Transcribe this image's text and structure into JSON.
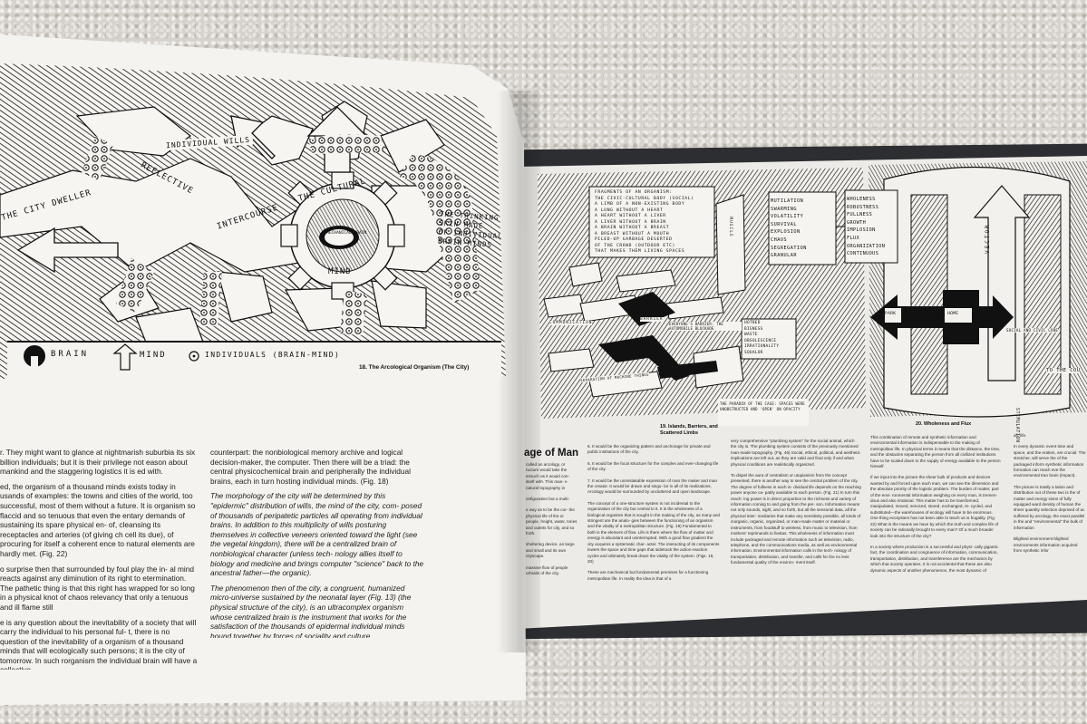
{
  "left_page": {
    "diagram": {
      "labels": {
        "city_dweller": "THE CITY DWELLER",
        "individual_wills": "INDIVIDUAL WILLS",
        "reflective": "REFLECTIVE",
        "intercourse": "INTERCOURSE",
        "cultural": "THE CULTURAL",
        "mind": "MIND",
        "mechanical_brain": "MECHANICAL BRAIN",
        "thinking_skin": [
          "THE THINKING",
          "SKIN MADE",
          "OF INDIVIDUAL",
          "BRAIN-MINDS"
        ]
      },
      "legend": {
        "brain": "BRAIN",
        "mind": "MIND",
        "individuals": "INDIVIDUALS (BRAIN-MIND)"
      },
      "caption": "18. The Arcological Organism (The City)"
    },
    "col1": [
      "r. They might want to glance at nightmarish suburbia its six billion individuals; but it is their privilege not eason about mankind and the staggering logistics it is ed with.",
      "ed, the organism of a thousand minds exists today in usands of examples: the towns and cities of the world, too successful, most of them without a future. It is organism so flaccid and so tenuous that even the entary demands of sustaining its spare physical en- of, cleansing its receptacles and arteries (of giving ch cell its due), of procuring for itself a coherent ence to natural elements are hardly met. (Fig. 22)",
      "o surprise then that surrounded by foul play the in- al mind reacts against any diminution of its right to etermination. The pathetic thing is that this right has wrapped for so long in a physical knot of chaos relevancy that only a tenuous and ill flame still",
      "e is any question about the inevitability of a society that will carry the individual to his personal ful- t, there is no question of the inevitability of a organism of a thousand minds that will ecologically such persons; it is the city of tomorrow. In such rorganism the individual brain will have a collective"
    ],
    "col2": [
      "counterpart: the nonbiological memory archive and logical decision-maker, the computer. Then there will be a triad: the central physicochemical brain and peripherally the individual brains, each in turn hosting individual minds. (Fig. 18)",
      "The morphology of the city will be determined by this \"epidermic\" distribution of wills, the mind of the city, com- posed of thousands of peripatetic particles all operating from individual brains. In addition to this multiplicity of wills posturing themselves in collective veneers oriented toward the light (see the vegetal kingdom), there will be a centralized brain of nonbiological character (unless tech- nology allies itself to biology and medicine and brings computer \"science\" back to the ancestral father—the organic).",
      "The phenomenon then of the city, a congruent, humanized micro-universe sustained by the neonatal layer (Fig. 13) (the physical structure of the city), is an ultracomplex organism whose centralized brain is the instrument that works for the satisfaction of the thousands of epidermal individual minds bound together by forces of sociality and culture."
    ]
  },
  "right_page": {
    "heading": "age of Man",
    "fig19": {
      "caption": "19. Islands, Barriers, and Scattered Limbs",
      "box_text": [
        "FRAGMENTS OF AN ORGANISM:",
        "THE CIVIC-CULTURAL BODY (SOCIAL)",
        "A LIMB OF A NON-EXISTING BODY",
        "A LUNG WITHOUT A HEART",
        "A HEART WITHOUT A LIVER",
        "A LIVER WITHOUT A BRAIN",
        "A BRAIN WITHOUT A BREAST",
        "A BREAST WITHOUT A MOUTH",
        "PILED-UP GARBAGE DESERTED",
        "OF THE CROWD (OUTDOOR ETC)",
        "THAT MAKES THEM LIVING SPACES"
      ],
      "labels": [
        "MUSCLE",
        "COMMUNICATION",
        "BARRIER",
        "EVERYONE'S BARRIER: THE AUTOMOBILE BLOCKADE",
        "HOTBED",
        "BIGNESS",
        "WASTE",
        "OBSOLESCENCE",
        "IRRATIONALITY",
        "SQUALOR",
        "SEPARATION OF MACHINE THINGS"
      ],
      "note": "THE PARADOX OF THE CAGE: SPACES WERE UNOBSTRUCTED AND 'OPEN' ON OPACITY"
    },
    "fig20": {
      "caption": "20. Wholeness and Flux",
      "left_list": [
        "MUTILATION",
        "SWARMING",
        "VOLATILITY",
        "SURVIVAL",
        "EXPLOSION",
        "CHAOS",
        "SEGREGATION",
        "GRANULAR"
      ],
      "right_list": [
        "WHOLENESS",
        "ROBUSTNESS",
        "FULLNESS",
        "GROWTH",
        "IMPLOSION",
        "FLUX",
        "ORGANIZATION",
        "CONTINUOUS"
      ],
      "labels": [
        "VECTOR",
        "PARK",
        "HOME",
        "SOCIAL AND CIVIC CORE",
        "TO THE COU",
        "STIMULATION"
      ]
    },
    "col_a": [
      "called an arcology, or ructure would take the ensuch as it would con- itself with. This man- e natural topography in",
      "onfiguration but a multi-",
      "s way as to be the cor- the physical life of the or people, freight, water, tories and outlets for city, and so forth.",
      "sheltering device, an large and small and its own cityscape.",
      "massive flow of people urbside of the city."
    ],
    "col_b": [
      "6. It would be the organizing pattern and anchorage for private and public institutions of the city.",
      "6. It would be the focal structure for the complex and ever-changing life of the city.",
      "7. It would be the unmistakable expression of man the maker and man the creator. It would be drawn and singu- lar in all of its realizations. Arcology would be surrounded by uncluttered and open landscape.",
      "The concept of a one-structure system is not incidental to the organization of the city but central to it. It is the wholeness of a biological organism that is sought in the making of the city, as many and stringent are the analo- gies between the functioning of an organism and the vitality of a metropolitan structure. (Fig. 19) Fundamental to both is the element of flow. Life is there where the flow of matter and energy is abundant and uninterrupted. With a good flow gradient the city acquires a systematic char- acter. The interacting of its components lowers the space and time gaps that sidetrack the action-reaction cycles and ultimately break down the vitality of the system. (Figs. 19, 20)",
      "These are mechanical but fundamental premises for a functioning metropolitan life. In reality the idea is that of a"
    ],
    "col_c": [
      "very comprehensive \"plumbing system\" for the social animal, which the city is. The plumbing system consists of the previously mentioned man-made topography. (Fig. 46) Social, ethical, political, and aesthetic implications are left out, as they are valid and final only if and when physical conditions are realistically organized.",
      "To dispel the aura of centralism or utopianism from the concept presented, there is another way to see the central problem of the city. The degree of fullness in each in- dividual life depends on the reaching power anyone ca- pably available to each person. (Fig. 21) In turn this reach- ing power is in direct proportion to the richness and variety of information coming to and going from the per- son. Information means not only sounds, sight, and so forth, but all the sensorial data, all the physical inter- mediaries that make any sensitivity possible, all kinds of inorganic, organic, organized, or man-made matter or material or instruments, from foodstuff to wireless, from music to television, from mothers' reprimands to fiestas. This wholeness of information must include packaged and remote information such as television, radio, telephone, and the communications media, as well as environmental information. Environmental information calls in the tech- nology of transportation, distribution, and transfer, and calls for the no less fundamental quality of the environ- ment itself."
    ],
    "col_d": [
      "This combination of remote and synthetic information and environmental information is indispensable to the making of metropolitan life. In physical terms it means that the distance, the time, and the obstacles separating the person from all civilized institutions have to be scaled down to the supply of energy available to the person himself.",
      "If we input into the picture the sheer bulk of products and devices wanted by and forced upon each man, we can see the dimension and the absolute priority of the logistic problem. The burden of matter, part of the envi- ronmental information weighing on every man, is tremen- dous and also irrational. This matter has to be transformed, manipulated, moved, serviced, stored, exchanged, re- cycled, and substituted—the warehouses of ecology will have to be enormous. One thing ecosystem has not been able to teach us is frugality. (Fig. 22) What is the means we have by which the truth and complex life of society can be rationally brought to every man? Of a much broader look into the structure of the city?",
      "In a society where production is a successful and physi- cally gigantic fact, the coordination and congruence of information, communication, transportation, distribution, and transference are the mechanics by which that society operates. It is not accidental that these are also dynamic aspects of another phenomenon, the most dynamic of"
    ],
    "col_e": [
      "all: life.",
      "In every dynamic event time and space, and the eration, are crucial. The stretcher, will serve the of the packaged inform synthetic information formation can reach eve the environmental tran brain (impact).",
      "The picture is totally a lation and distribution out of these two is the of matter and energy sions of fully equipped ward density of human the sheer quantity selection deprived of ac suffered by arcology, the exact parallel in the and \"environmental\" the bulk of information",
      "Blighted environment blighted environments information acquired from synthetic infor"
    ]
  }
}
